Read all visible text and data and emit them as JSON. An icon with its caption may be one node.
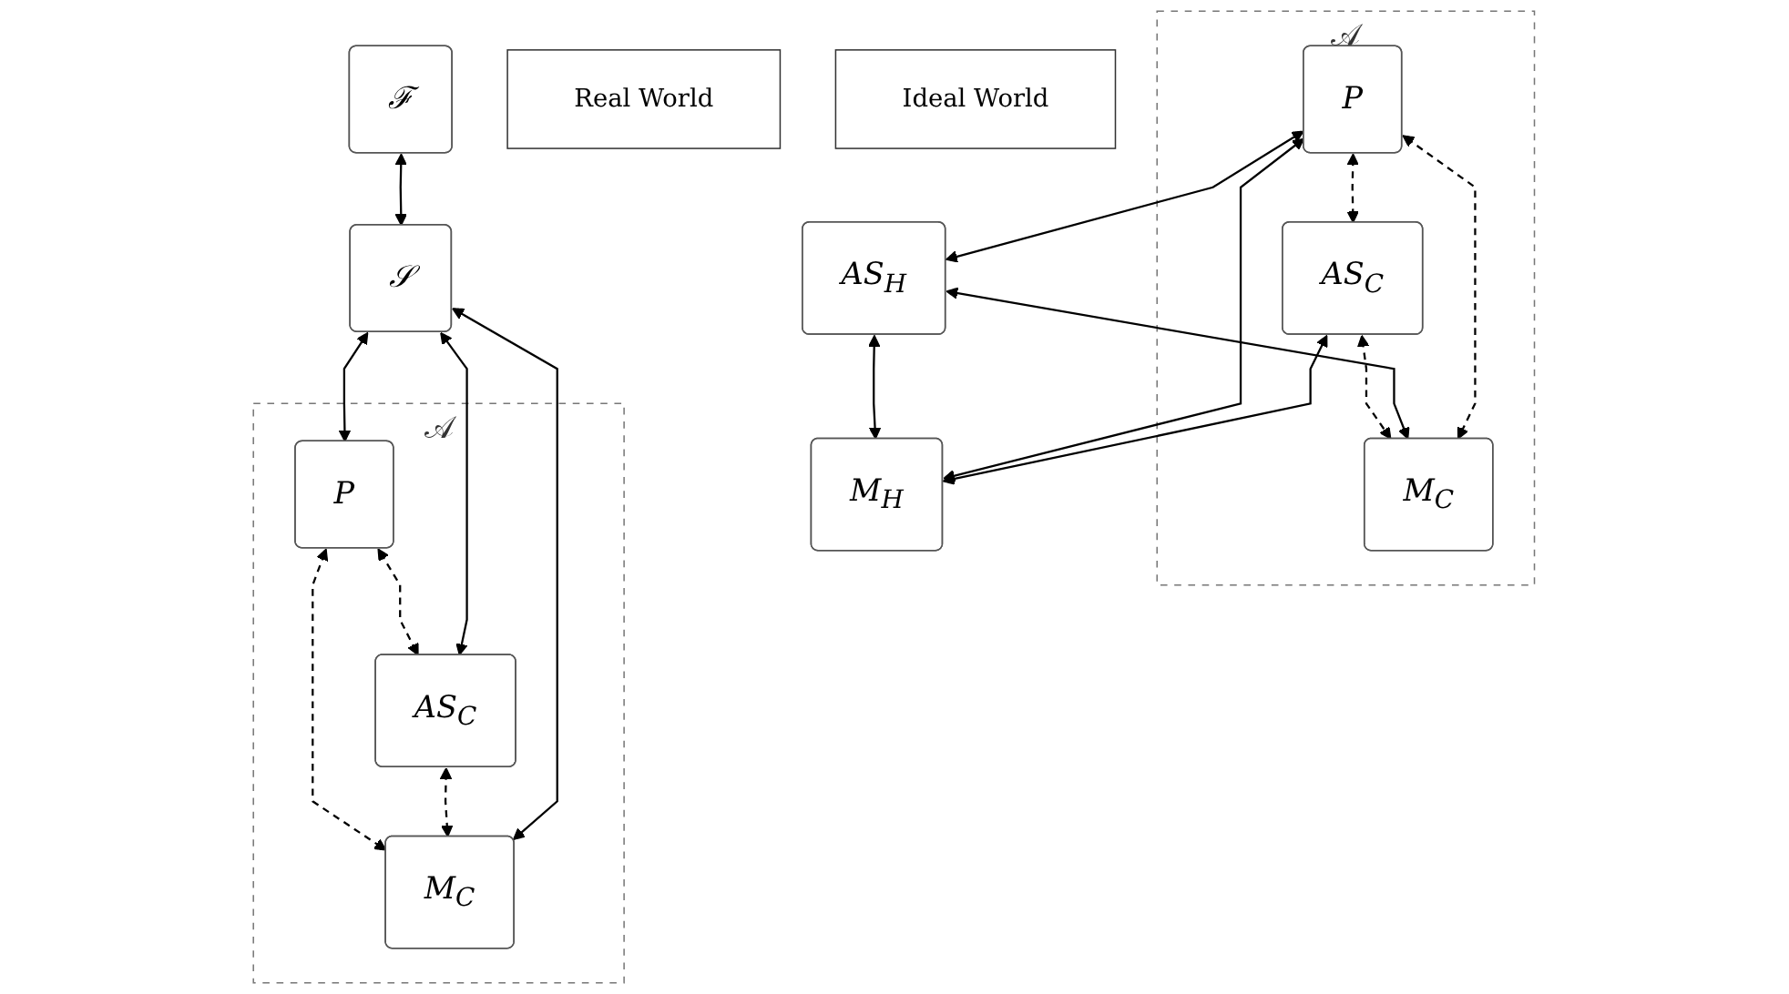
{
  "diagram": {
    "nodes": [
      {
        "text": [
          "Real World"
        ]
      },
      {
        "text": [
          "𝒜"
        ]
      },
      {
        "text": [
          "P"
        ],
        "in": 1
      },
      {
        "text": [
          "AS$_{H}$"
        ]
      },
      {
        "text": [
          "AS$_{C}$"
        ],
        "in": 1
      },
      {
        "text": [
          "M$_{H}$"
        ]
      },
      {
        "text": [
          "M$_{C}$"
        ],
        "in": 1
      },
      {
        "text": [
          "Ideal World"
        ]
      },
      {
        "text": [
          "𝒜"
        ]
      },
      {
        "text": [
          "P"
        ],
        "in": 8
      },
      {
        "text": [
          "ℱ"
        ]
      },
      {
        "text": [
          "𝒮"
        ]
      },
      {
        "text": [
          "AS$_{C}$"
        ],
        "in": 8
      },
      {
        "text": [
          "M$_{C}$"
        ],
        "in": 8
      }
    ],
    "edges": [
      {
        "from": 5,
        "to": 2,
        "arrow": "both"
      },
      {
        "from": 2,
        "to": 3,
        "arrow": "both"
      },
      {
        "from": 2,
        "to": 4,
        "arrow": "both",
        "style": "dashed"
      },
      {
        "from": 2,
        "to": 6,
        "arrow": "both",
        "style": "dashed"
      },
      {
        "from": 3,
        "to": 5,
        "arrow": "both"
      },
      {
        "from": 3,
        "to": 6,
        "arrow": "both"
      },
      {
        "from": 4,
        "to": 5,
        "arrow": "both"
      },
      {
        "from": 4,
        "to": 6,
        "arrow": "both",
        "style": "dashed"
      },
      {
        "from": 10,
        "to": 11,
        "arrow": "both"
      },
      {
        "from": 11,
        "to": 9,
        "arrow": "both"
      },
      {
        "from": 11,
        "to": 12,
        "arrow": "both"
      },
      {
        "from": 11,
        "to": 13,
        "arrow": "both"
      },
      {
        "from": 9,
        "to": 12,
        "arrow": "both",
        "style": "dashed"
      },
      {
        "from": 12,
        "to": 13,
        "arrow": "both",
        "style": "dashed"
      },
      {
        "from": 9,
        "to": 13,
        "arrow": "both",
        "style": "dashed"
      }
    ]
  }
}
